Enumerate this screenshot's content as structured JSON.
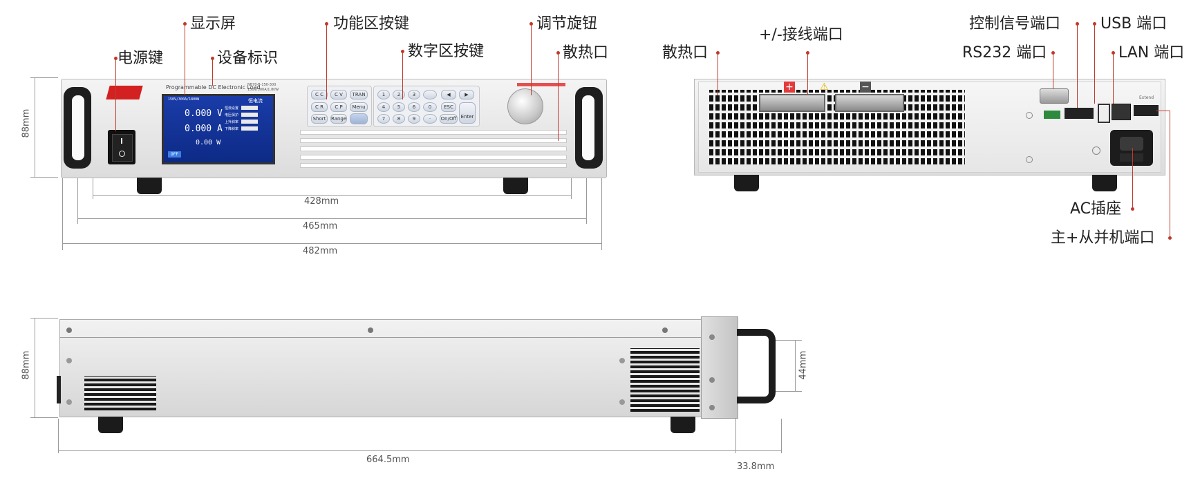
{
  "front": {
    "labels": {
      "power_key": "电源键",
      "display": "显示屏",
      "device_id": "设备标识",
      "function_keys": "功能区按键",
      "numeric_keys": "数字区按键",
      "knob": "调节旋钮",
      "vent": "散热口"
    },
    "dims": {
      "w428": "428mm",
      "w465": "465mm",
      "w482": "482mm",
      "h88": "88mm"
    },
    "panel_title": "Programmable DC Electronic Load",
    "model_line1": "NB70-B-150-300",
    "model_line2": "150V/300A/1.8kW",
    "screen": {
      "header": "150V/300A/1800W",
      "status": "恒电流",
      "voltage": "0.000 V",
      "current": "0.000 A",
      "power": "0.00 W",
      "state": "OFF",
      "params": [
        "恒流设置",
        "电压保护",
        "上升斜率",
        "下降斜率"
      ]
    },
    "function_keys": [
      "C C",
      "C V",
      "TRAN",
      "C R",
      "C P",
      "Menu",
      "Short",
      "Range",
      ""
    ],
    "numeric_keys": [
      "1",
      "2",
      "3",
      "",
      "◀",
      "▶",
      "4",
      "5",
      "6",
      "ESC",
      "7",
      "8",
      "9",
      "·",
      "On/Off",
      "0",
      "Enter"
    ]
  },
  "rear": {
    "labels": {
      "vent": "散热口",
      "terminals": "+/-接线端口",
      "control_port": "控制信号端口",
      "usb": "USB 端口",
      "rs232": "RS232 端口",
      "lan": "LAN 端口",
      "ac": "AC插座",
      "parallel": "主+从并机端口"
    },
    "extend": "Extend"
  },
  "side": {
    "dims": {
      "length": "664.5mm",
      "handle": "33.8mm",
      "h88": "88mm",
      "h44": "44mm"
    }
  },
  "colors": {
    "callout": "#c0392b",
    "logo": "#d32020"
  }
}
